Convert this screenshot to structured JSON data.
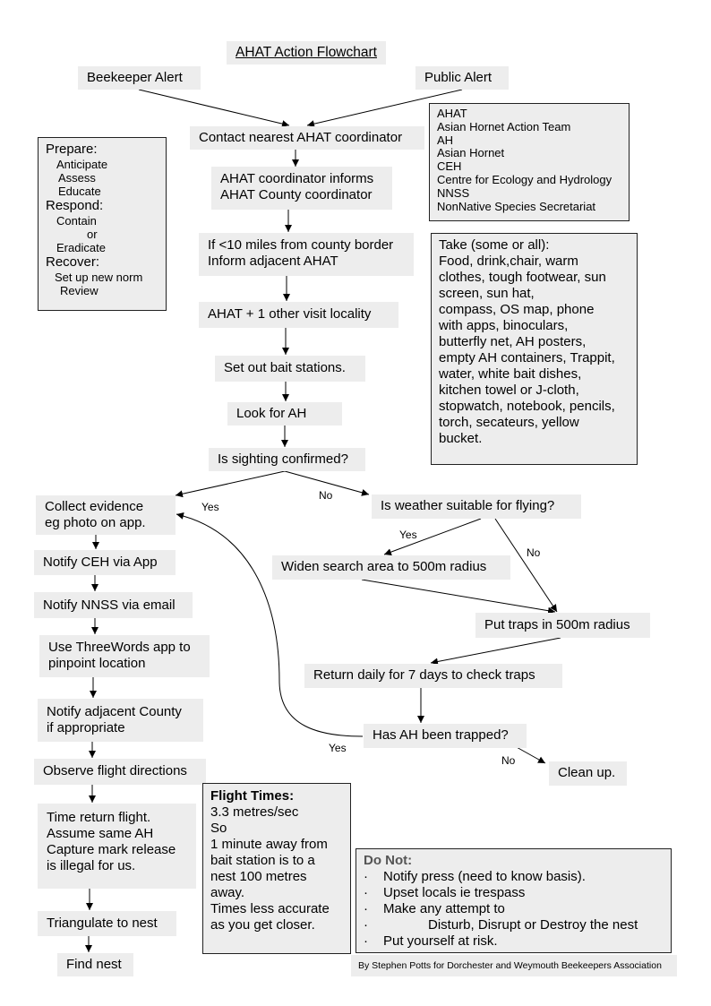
{
  "title": "AHAT Action Flowchart",
  "nodes": {
    "beekeeper_alert": "Beekeeper Alert",
    "public_alert": "Public Alert",
    "contact": "Contact nearest AHAT coordinator",
    "informs_1": "AHAT coordinator informs",
    "informs_2": "AHAT County coordinator",
    "border_1": "If <10 miles from county border",
    "border_2": "Inform adjacent AHAT",
    "visit": "AHAT + 1 other visit locality",
    "bait": "Set out bait stations.",
    "look": "Look for AH",
    "confirmed": "Is sighting confirmed?",
    "collect_1": "Collect evidence",
    "collect_2": "eg photo on app.",
    "notify_ceh": "Notify CEH via App",
    "notify_nnss": "Notify NNSS via email",
    "threewords_1": "Use ThreeWords app to",
    "threewords_2": "pinpoint location",
    "adjacent_1": "Notify adjacent County",
    "adjacent_2": "if  appropriate",
    "observe": "Observe flight directions",
    "time_1": "Time return flight.",
    "time_2": "Assume same AH",
    "time_3": "Capture mark release",
    "time_4": "is illegal for us.",
    "triangulate": "Triangulate to nest",
    "find_nest": "Find nest",
    "weather": "Is weather suitable for flying?",
    "widen": "Widen search area to 500m radius",
    "traps": "Put traps in 500m radius",
    "return": "Return daily for 7 days to check traps",
    "trapped": "Has AH been trapped?",
    "clean": "Clean up."
  },
  "labels": {
    "yes_left": "Yes",
    "no_right": "No",
    "yes_weather": "Yes",
    "no_weather": "No",
    "yes_trapped": "Yes",
    "no_trapped": "No"
  },
  "prepare": {
    "prepare": "Prepare:",
    "anticipate": "Anticipate",
    "assess": "Assess",
    "educate": "Educate",
    "respond": "Respond:",
    "contain": "Contain",
    "or": "or",
    "eradicate": "Eradicate",
    "recover": "Recover:",
    "setup": "Set up new norm",
    "review": "Review"
  },
  "glossary": [
    "AHAT",
    "Asian Hornet Action Team",
    "AH",
    "Asian Hornet",
    "CEH",
    "Centre for Ecology and Hydrology",
    "NNSS",
    "NonNative Species Secretariat"
  ],
  "take": {
    "heading": "Take (some or all):",
    "lines": [
      "Food, drink,chair, warm",
      "clothes, tough footwear, sun",
      "screen, sun hat,",
      "compass, OS map, phone",
      "with apps, binoculars,",
      "butterfly net, AH posters,",
      "empty AH containers, Trappit,",
      "water, white bait dishes,",
      "kitchen towel or J-cloth,",
      "stopwatch, notebook, pencils,",
      "torch, secateurs, yellow",
      "bucket."
    ]
  },
  "flight": {
    "heading": "Flight Times:",
    "lines": [
      "3.3 metres/sec",
      "So",
      "1 minute away from",
      "bait station is to a",
      "nest 100 metres",
      "away.",
      "Times less accurate",
      "as you get closer."
    ]
  },
  "donot": {
    "heading": "Do Not:",
    "bullet": "·",
    "items": [
      "Notify press (need to know basis).",
      "Upset locals ie trespass",
      "Make any attempt to",
      "            Disturb, Disrupt or Destroy the nest",
      "Put yourself at risk."
    ]
  },
  "credit": "By Stephen Potts for Dorchester and Weymouth Beekeepers Association"
}
